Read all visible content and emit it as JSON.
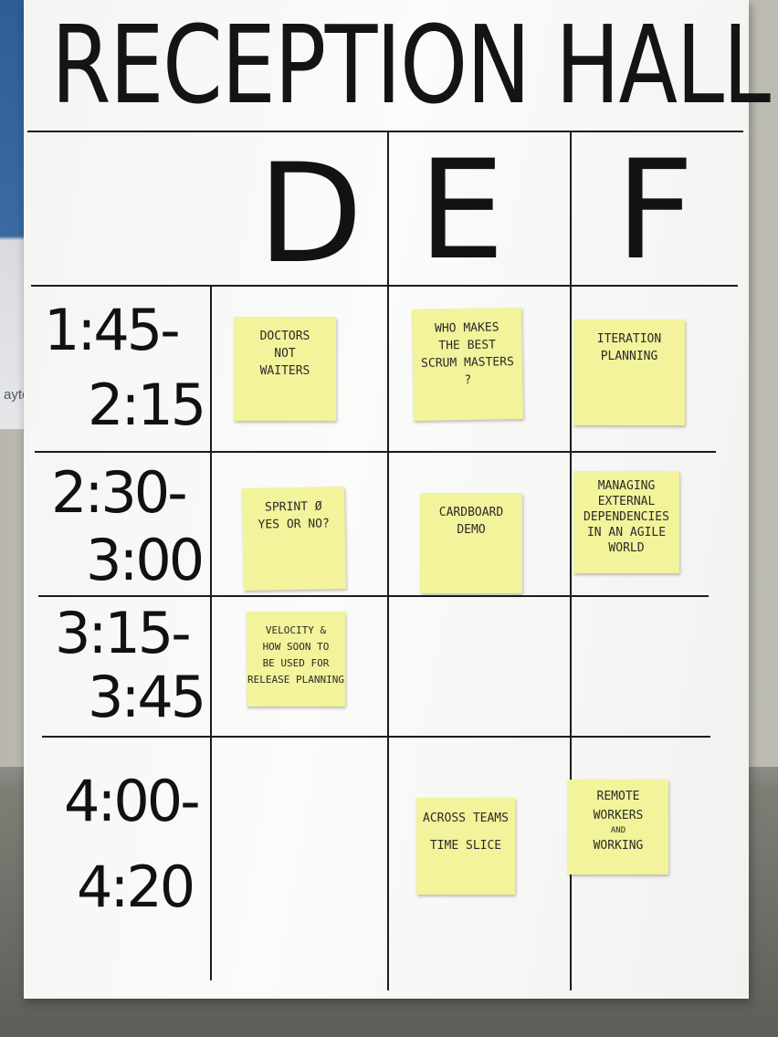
{
  "board": {
    "title": "RECEPTION HALL",
    "columns": [
      "D",
      "E",
      "F"
    ],
    "time_slots": [
      {
        "start": "1:45-",
        "end": "2:15"
      },
      {
        "start": "2:30-",
        "end": "3:00"
      },
      {
        "start": "3:15-",
        "end": "3:45"
      },
      {
        "start": "4:00-",
        "end": "4:20"
      }
    ],
    "notes": [
      {
        "slot": 0,
        "column": "D",
        "lines": [
          "Doctors",
          "not",
          "waiters"
        ]
      },
      {
        "slot": 0,
        "column": "E",
        "lines": [
          "Who makes",
          "the best",
          "scrum masters",
          "?"
        ]
      },
      {
        "slot": 0,
        "column": "F",
        "lines": [
          "Iteration",
          "planning"
        ]
      },
      {
        "slot": 1,
        "column": "D",
        "lines": [
          "Sprint Ø",
          "yes or no?"
        ]
      },
      {
        "slot": 1,
        "column": "E",
        "lines": [
          "Cardboard",
          "demo"
        ]
      },
      {
        "slot": 1,
        "column": "F",
        "lines": [
          "Managing",
          "external",
          "dependencies",
          "in an agile",
          "world"
        ]
      },
      {
        "slot": 2,
        "column": "D",
        "lines": [
          "Velocity &",
          "how soon to",
          "be used for",
          "release planning"
        ]
      },
      {
        "slot": 3,
        "column": "E",
        "lines": [
          "Across teams",
          "time slice"
        ]
      },
      {
        "slot": 3,
        "column": "F",
        "lines": [
          "Remote",
          "workers",
          "and",
          "working"
        ]
      }
    ]
  },
  "background": {
    "sign_text": "ayton"
  },
  "colors": {
    "note_yellow": "#f2f39a",
    "marker_black": "#141414",
    "board_white": "#f8f8f6"
  }
}
